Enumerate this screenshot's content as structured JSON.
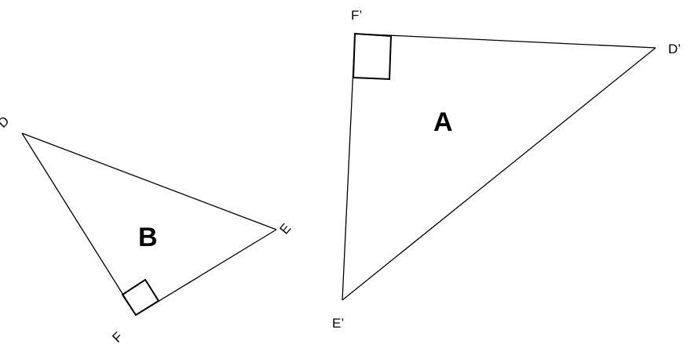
{
  "triangles": {
    "a": {
      "name": "A",
      "vertices": {
        "f": "F’",
        "d": "D’",
        "e": "E’"
      },
      "right_angle_at": "F’"
    },
    "b": {
      "name": "B",
      "vertices": {
        "d": "D",
        "e": "E",
        "f": "F"
      },
      "right_angle_at": "F"
    }
  }
}
